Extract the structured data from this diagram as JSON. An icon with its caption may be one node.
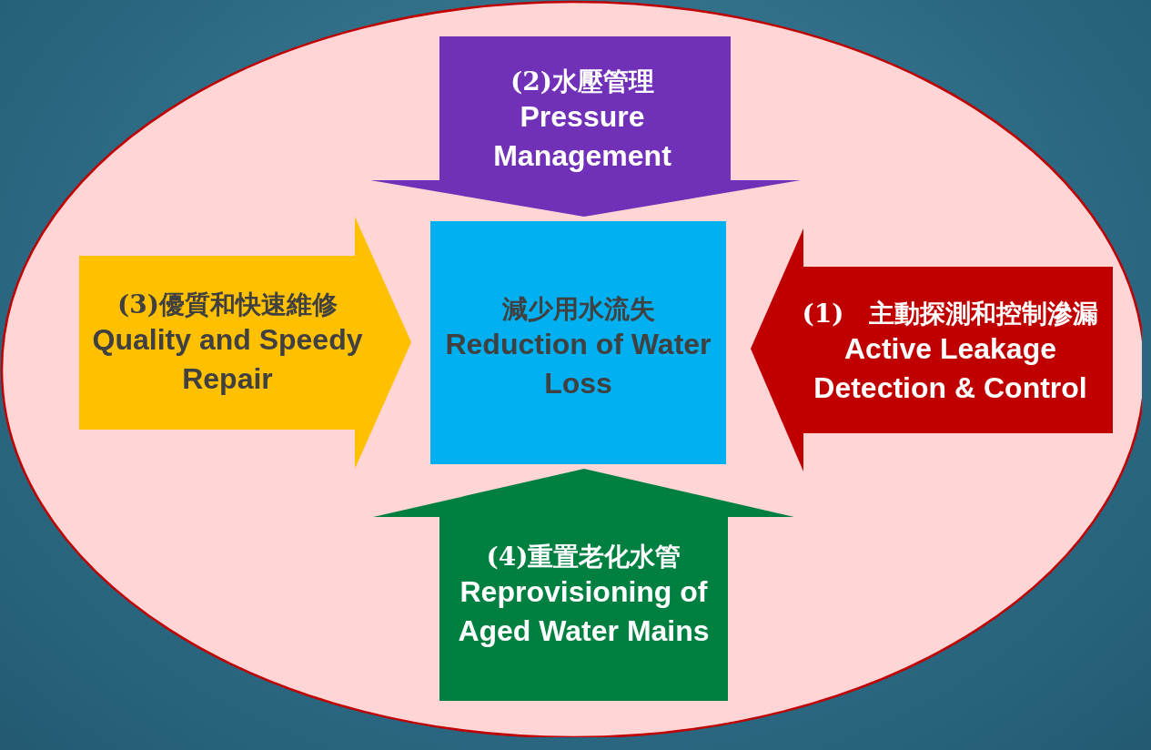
{
  "diagram": {
    "nodes": [
      {
        "text": [],
        "shape": "ellipse"
      },
      {
        "text": [
          "(2)水壓管理",
          "Pressure Management"
        ],
        "in": 0
      },
      {
        "text": [
          "(3)優質和快速維修",
          "Quality and Speedy Repair"
        ],
        "in": 0
      },
      {
        "text": [
          "減少用水流失",
          "Reduction of Water Loss"
        ],
        "in": 0
      },
      {
        "text": [
          "(1)　主動探測和控制滲漏",
          "Active Leakage Detection & Control"
        ],
        "in": 0
      },
      {
        "text": [
          "(4)重置老化水管",
          "Reprovisioning of Aged Water Mains"
        ],
        "in": 0
      }
    ]
  }
}
